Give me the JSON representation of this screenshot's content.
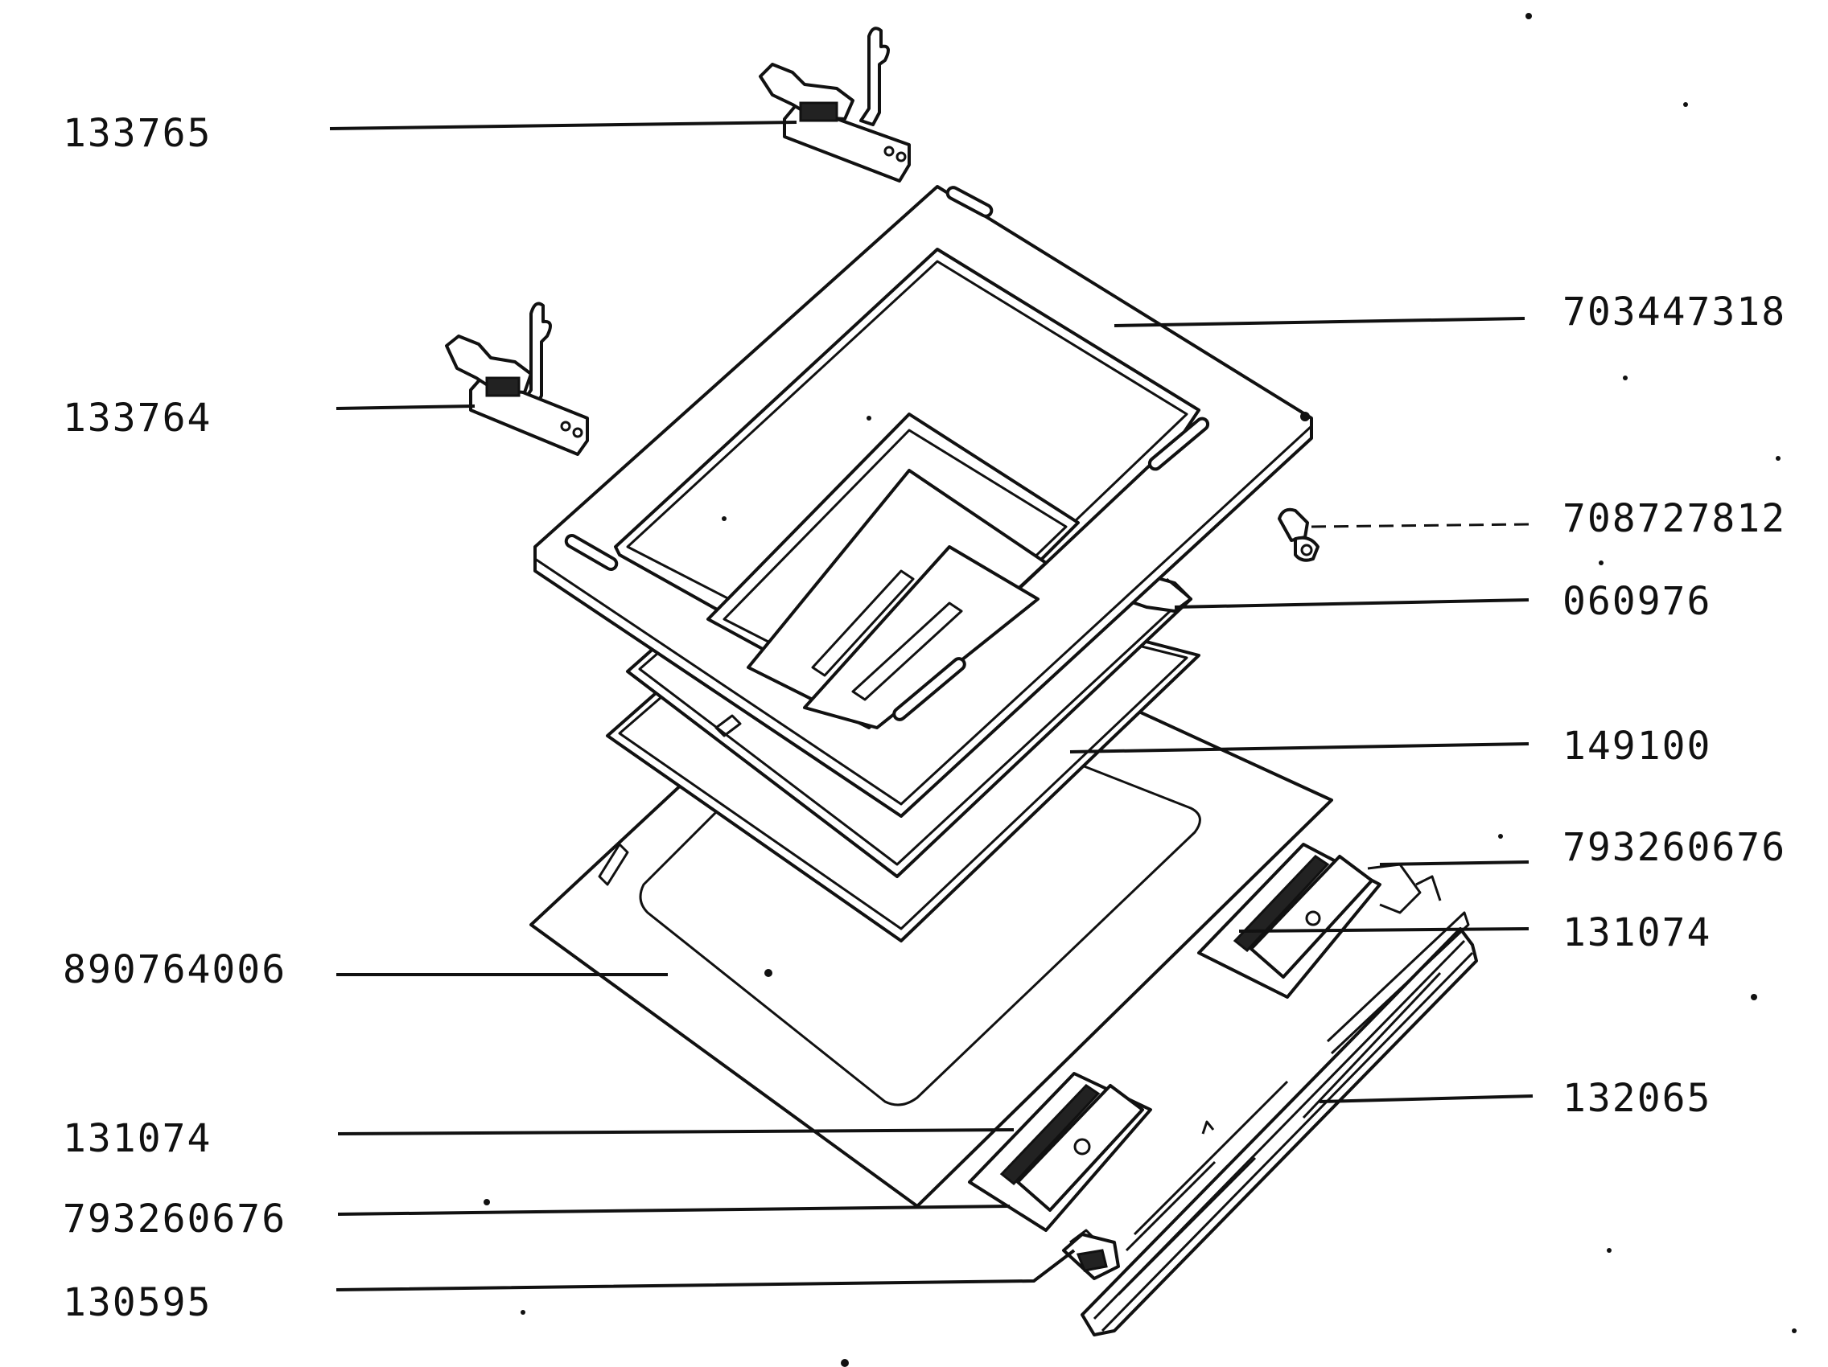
{
  "colors": {
    "ink": "#111111",
    "paper": "#ffffff"
  },
  "labels": {
    "hinge_top": "133765",
    "hinge_upper_left": "133764",
    "inner_frame": "703447318",
    "clip": "708727812",
    "gasket": "060976",
    "inner_glass": "149100",
    "outer_glass": "890764006",
    "bracket_right": "793260676",
    "carrier_right": "131074",
    "handle_rail": "132065",
    "carrier_left": "131074",
    "bracket_left": "793260676",
    "end_cap": "130595"
  }
}
